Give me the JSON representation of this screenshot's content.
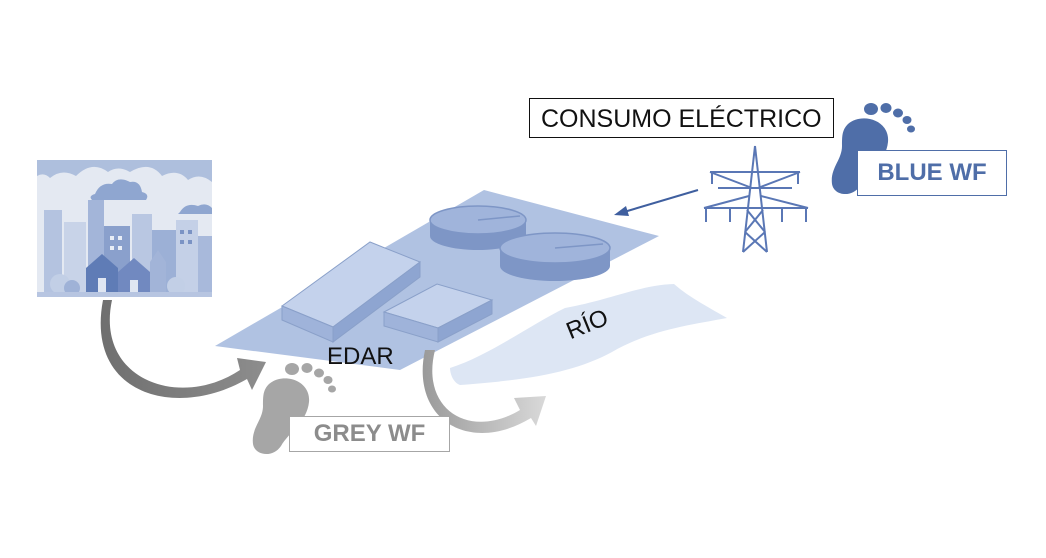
{
  "labels": {
    "consumo": "CONSUMO ELÉCTRICO",
    "blue_wf": "BLUE WF",
    "grey_wf": "GREY WF",
    "edar": "EDAR",
    "rio": "RÍO"
  },
  "colors": {
    "blue": "#4f6ea8",
    "light_blue": "#a9bde0",
    "grey": "#8c8c8c",
    "river": "#dde6f4"
  },
  "icons": [
    "city-icon",
    "power-tower-icon",
    "footprint-icon",
    "clarifier-tank-icon",
    "curved-arrow-icon"
  ]
}
